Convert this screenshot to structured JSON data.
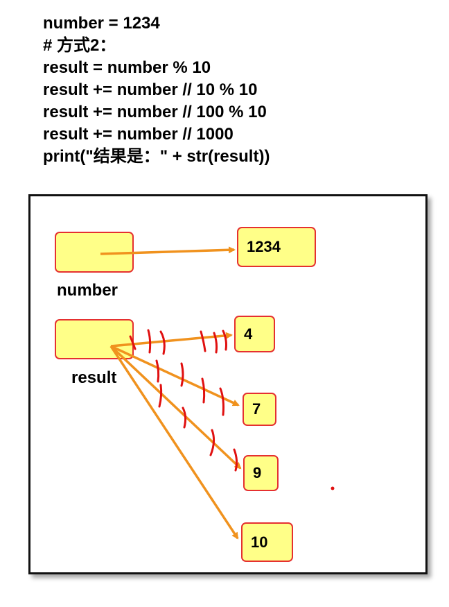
{
  "code": {
    "lines": [
      "number = 1234",
      "# 方式2：",
      "result = number % 10",
      "result += number // 10 % 10",
      "result += number // 100 % 10",
      "result += number // 1000",
      "print(\"结果是：\" + str(result))"
    ]
  },
  "diagram": {
    "number_label": "number",
    "number_value": "1234",
    "result_label": "result",
    "result_values": [
      "4",
      "7",
      "9",
      "10"
    ]
  },
  "colors": {
    "box_fill": "#ffff88",
    "box_border": "#e53030",
    "arrow": "#f0921e",
    "scribble": "#e01010",
    "frame": "#111111"
  }
}
